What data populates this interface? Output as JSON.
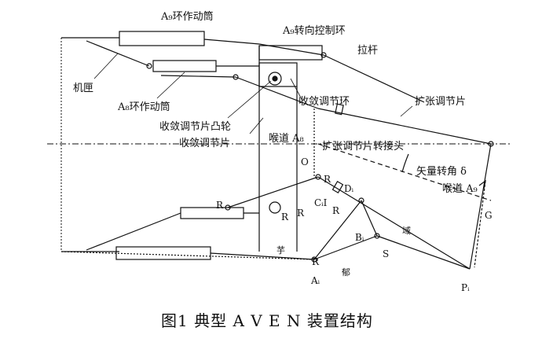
{
  "labels": {
    "a9_actuator": "A₉环作动筒",
    "a9_ring": "A₉转向控制环",
    "pull_rod": "拉杆",
    "casing": "机匣",
    "a8_actuator": "A₈环作动筒",
    "conv_ring": "收敛调节环",
    "div_flap": "扩张调节片",
    "conv_cam": "收敛调节片凸轮",
    "conv_flap": "收敛调节片",
    "throat_a8": "喉道 A₈",
    "div_joint": "扩张调节片转接头",
    "vector_angle": "矢量转角 δ",
    "throat_a9": "喉道 A₉",
    "pt_O": "O",
    "pt_R1": "R",
    "pt_Di": "Dᵢ",
    "pt_CiI": "CᵢI",
    "pt_Ri": "R",
    "pt_R_lower": "R",
    "pt_R_mid1": "R",
    "pt_R_mid2": "R",
    "pt_Bi": "Bᵢ",
    "pt_S": "S",
    "pt_G": "G",
    "pt_Pi": "Pᵢ",
    "pt_Ai": "Aᵢ",
    "pt_R_bottom": "R",
    "mark_yu": "域",
    "mark_yu2": "芋",
    "mark_yu3": "郁"
  },
  "caption": "图1    典型 A V E N 装置结构",
  "colors": {
    "line": "#111111",
    "background": "#ffffff"
  }
}
